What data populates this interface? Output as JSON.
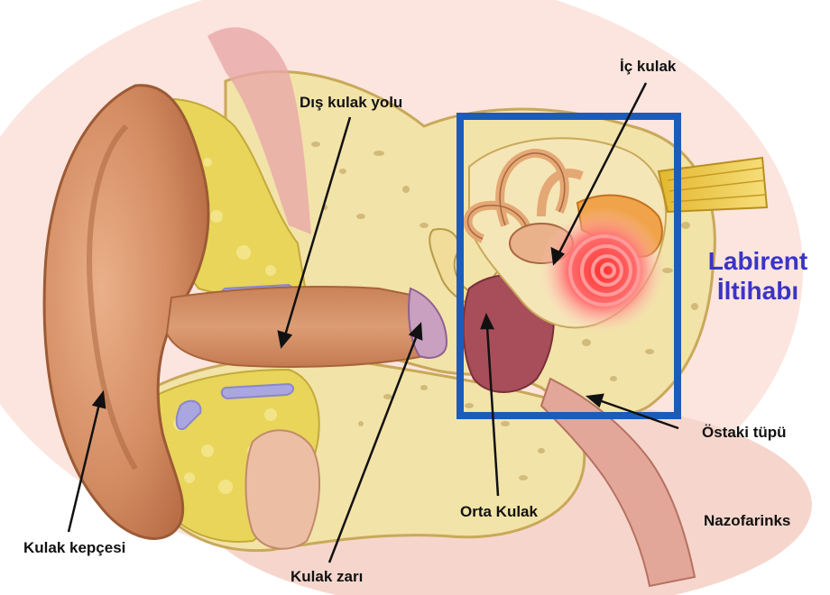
{
  "labels": {
    "dis_kulak_yolu": "Dış kulak yolu",
    "ic_kulak": "İç kulak",
    "kulak_kepcesi": "Kulak kepçesi",
    "kulak_zari": "Kulak zarı",
    "orta_kulak": "Orta Kulak",
    "ostaki_tupu": "Östaki tüpü",
    "nazofarinks": "Nazofarinks"
  },
  "highlight": {
    "line1": "Labirent",
    "line2": "İltihabı",
    "text_color": "#3b33c8",
    "box_color": "#1e5bb8"
  },
  "colors": {
    "skin": "#d9956a",
    "bone": "#f2e3a8",
    "fat": "#e8d55a",
    "cartilage": "#a9a6e0",
    "inflammation": "#f03a3a"
  }
}
